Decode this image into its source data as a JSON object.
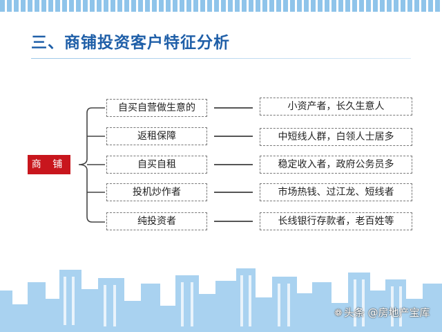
{
  "slide": {
    "title": "三、商铺投资客户特征分析"
  },
  "diagram": {
    "root": "商 铺",
    "rows": [
      {
        "type": "自买自营做生意的",
        "profile": "小资产者，长久生意人"
      },
      {
        "type": "返租保障",
        "profile": "中短线人群，白领人士居多"
      },
      {
        "type": "自买自租",
        "profile": "稳定收入者，政府公务员多"
      },
      {
        "type": "投机炒作者",
        "profile": "市场热钱、过江龙、短线者"
      },
      {
        "type": "纯投资者",
        "profile": "长线银行存款者，老百姓等"
      }
    ]
  },
  "watermark": {
    "text": "头条 @房地产宝库",
    "logo_icon": "chat-bubble-icon"
  },
  "colors": {
    "title": "#1f5fa8",
    "root_fill": "#c8161d",
    "skyline": "#a9d2f0"
  }
}
